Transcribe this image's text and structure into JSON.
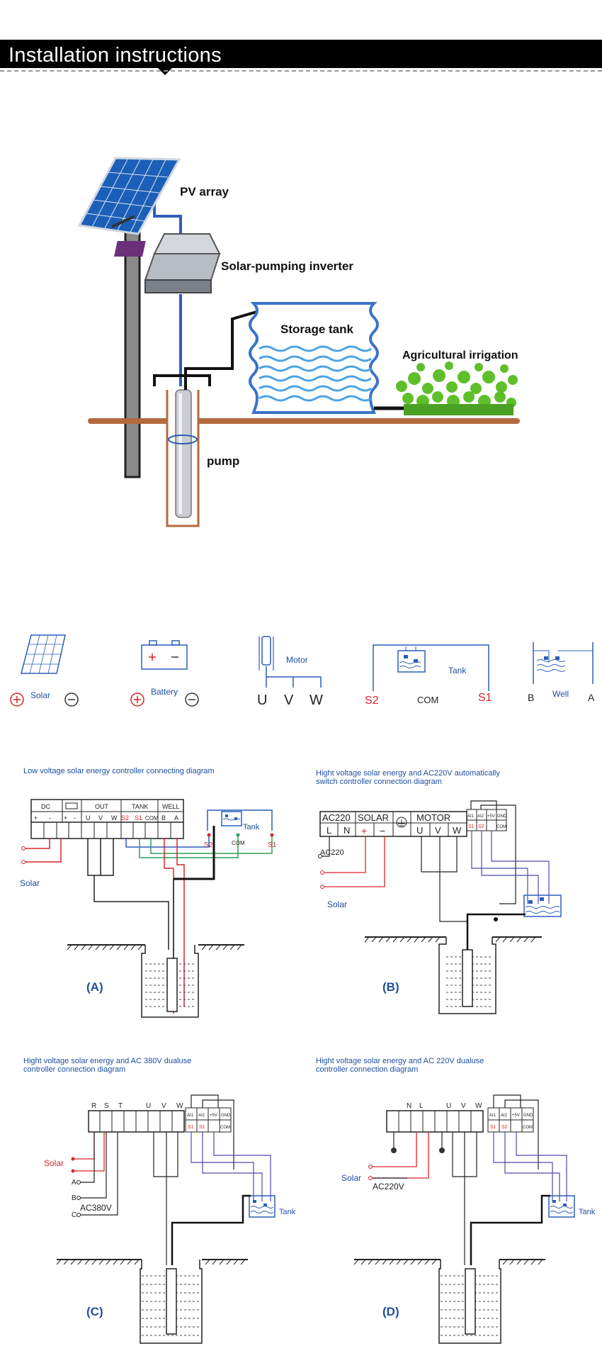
{
  "header": {
    "title": "Installation instructions"
  },
  "scene": {
    "pv_array": "PV array",
    "inverter": "Solar-pumping inverter",
    "storage_tank": "Storage tank",
    "irrigation": "Agricultural irrigation",
    "pump": "pump"
  },
  "legend": {
    "solar": "Solar",
    "battery": "Battery",
    "motor": "Motor",
    "u": "U",
    "v": "V",
    "w": "W",
    "s2": "S2",
    "com": "COM",
    "s1": "S1",
    "tank": "Tank",
    "b": "B",
    "well": "Well",
    "a": "A"
  },
  "diagram_a": {
    "title": "Low voltage solar energy controller connecting diagram",
    "letter": "(A)",
    "groups": [
      "DC",
      "OUT",
      "TANK",
      "WELL"
    ],
    "terminals": [
      "+",
      "-",
      "+",
      "-",
      "U",
      "V",
      "W",
      "S2",
      "S1",
      "COM",
      "B",
      "A"
    ],
    "solar": "Solar",
    "tank": "Tank",
    "s2": "S2",
    "com": "COM",
    "s1": "S1"
  },
  "diagram_b": {
    "title_line1": "Hight voltage solar energy and AC220V automatically",
    "title_line2": "switch controller connection diagram",
    "letter": "(B)",
    "groups": [
      "AC220",
      "SOLAR",
      "MOTOR"
    ],
    "terminals": [
      "L",
      "N",
      "+",
      "−",
      "U",
      "V",
      "W"
    ],
    "sensor": [
      "AI1",
      "AI2",
      "+5V",
      "GND",
      "S1",
      "S2",
      "COM"
    ],
    "ac_label": "AC220",
    "solar": "Solar"
  },
  "diagram_c": {
    "title_line1": "Hight voltage solar energy and AC 380V dualuse",
    "title_line2": "controller connection diagram",
    "letter": "(C)",
    "terminals": [
      "R",
      "S",
      "T",
      "U",
      "V",
      "W"
    ],
    "sensor": [
      "AI1",
      "AI2",
      "+5V",
      "GND",
      "S1",
      "S1",
      "COM"
    ],
    "solar": "Solar",
    "phases": [
      "A",
      "B",
      "C"
    ],
    "ac_label": "AC380V",
    "tank": "Tank"
  },
  "diagram_d": {
    "title_line1": "Hight voltage solar energy and AC 220V dualuse",
    "title_line2": "controller connection diagram",
    "letter": "(D)",
    "terminals": [
      "N",
      "L",
      "U",
      "V",
      "W"
    ],
    "sensor": [
      "AI1",
      "AI2",
      "+5V",
      "GND",
      "S1",
      "S2",
      "COM"
    ],
    "solar": "Solar",
    "ac_label": "AC220V",
    "tank": "Tank"
  },
  "colors": {
    "wire_blue": "#2c5fb8",
    "wire_red": "#d9252a",
    "wire_green": "#2e9e58",
    "ground": "#b36a3f",
    "tank_blue": "#3a73c9",
    "label_blue": "#1f4fa0"
  }
}
